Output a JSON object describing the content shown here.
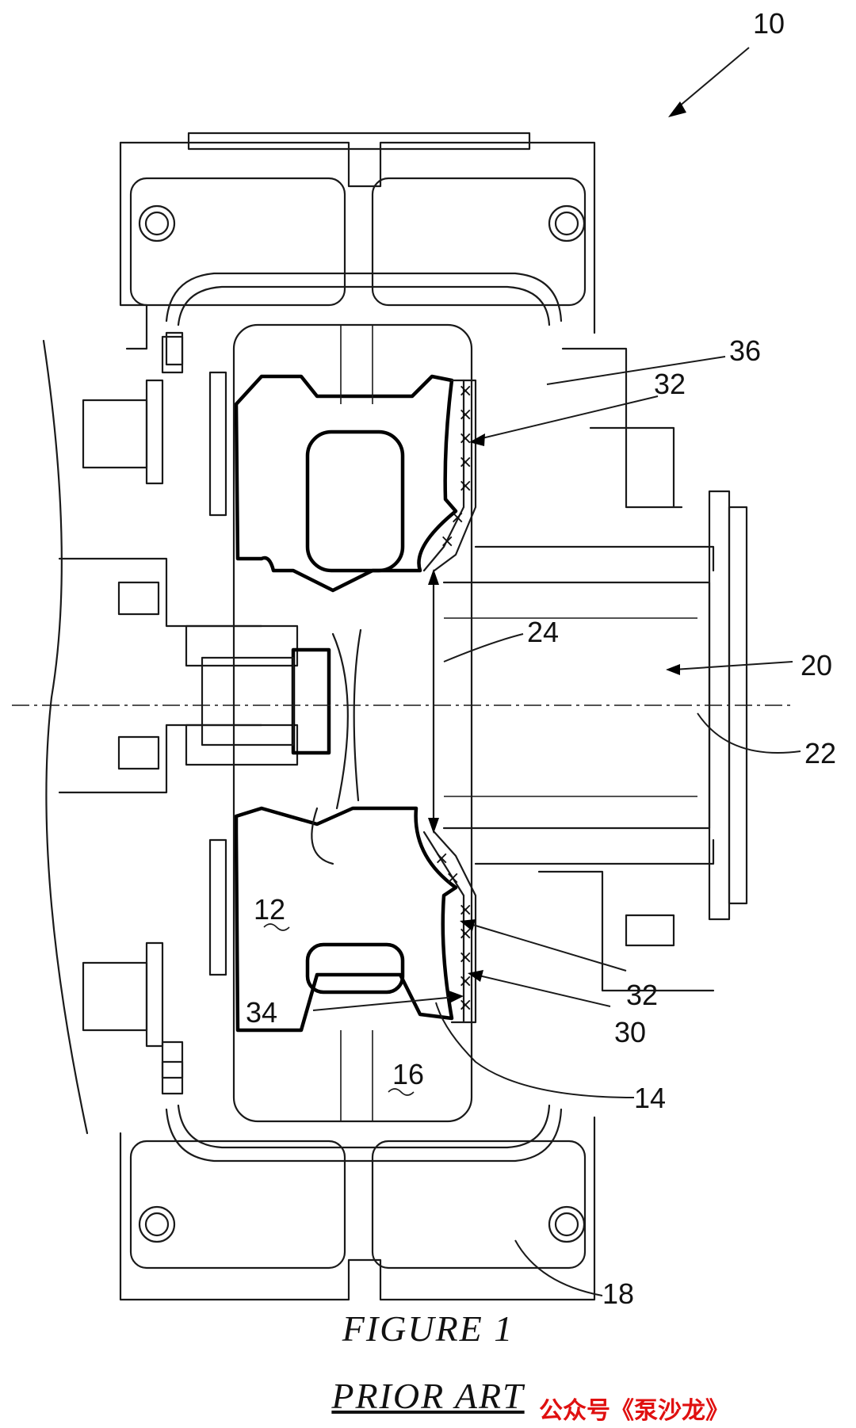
{
  "figure": {
    "title": "FIGURE 1",
    "subtitle": "PRIOR ART"
  },
  "watermark": "公众号《泵沙龙》",
  "reference_numerals": [
    "10",
    "36",
    "32",
    "24",
    "20",
    "22",
    "12",
    "32",
    "30",
    "34",
    "14",
    "16",
    "18"
  ]
}
